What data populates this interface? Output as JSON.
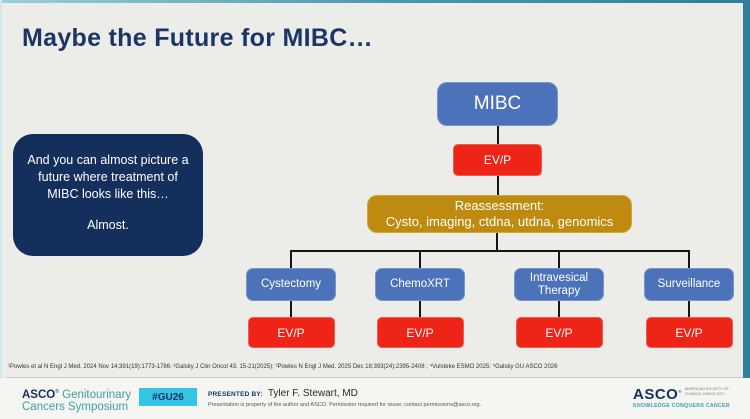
{
  "slide": {
    "title": "Maybe the Future for MIBC…",
    "note_box": {
      "text": "And you can almost picture a future where treatment of MIBC looks like this…",
      "almost": "Almost."
    },
    "flowchart": {
      "root": "MIBC",
      "root_evp": "EV/P",
      "reassessment_line1": "Reassessment:",
      "reassessment_line2": "Cysto, imaging, ctdna, utdna, genomics",
      "children": [
        {
          "label": "Cystectomy",
          "sub": "EV/P"
        },
        {
          "label": "ChemoXRT",
          "sub": "EV/P"
        },
        {
          "label": "Intravesical Therapy",
          "sub": "EV/P"
        },
        {
          "label": "Surveillance",
          "sub": "EV/P"
        }
      ]
    },
    "footnote": "¹Powles et al N Engl J Med. 2024 Nov 14;391(19):1773-1786; ²Galsky J Clin Oncol 43, 15-21(2025); ³Powles N Engl J Med. 2025 Dec 18;393(24):2395-2408 ; ⁴Vulsteke ESMO 2025; ⁵Galsky GU ASCO 2026"
  },
  "footer": {
    "brand": {
      "asco": "ASCO",
      "reg": "®",
      "line1_rest": "Genitourinary",
      "line2": "Cancers Symposium"
    },
    "hashtag": "#GU26",
    "presented_by_label": "PRESENTED BY:",
    "presenter": "Tyler F. Stewart, MD",
    "disclaimer": "Presentation is property of the author and ASCO. Permission required for reuse; contact permissions@asco.org.",
    "logo": {
      "asco": "ASCO",
      "reg": "®",
      "society_line1": "AMERICAN SOCIETY OF",
      "society_line2": "CLINICAL ONCOLOGY",
      "tagline": "KNOWLEDGE CONQUERS CANCER"
    }
  },
  "colors": {
    "background": "#ECECE9",
    "title_navy": "#1B3666",
    "note_navy": "#142F5C",
    "box_blue": "#4C73B9",
    "box_red": "#EE2418",
    "box_gold": "#BE8B10",
    "edge_teal": "#2E7F99",
    "badge_cyan": "#33C4E6",
    "brand_teal": "#3BA39E"
  }
}
